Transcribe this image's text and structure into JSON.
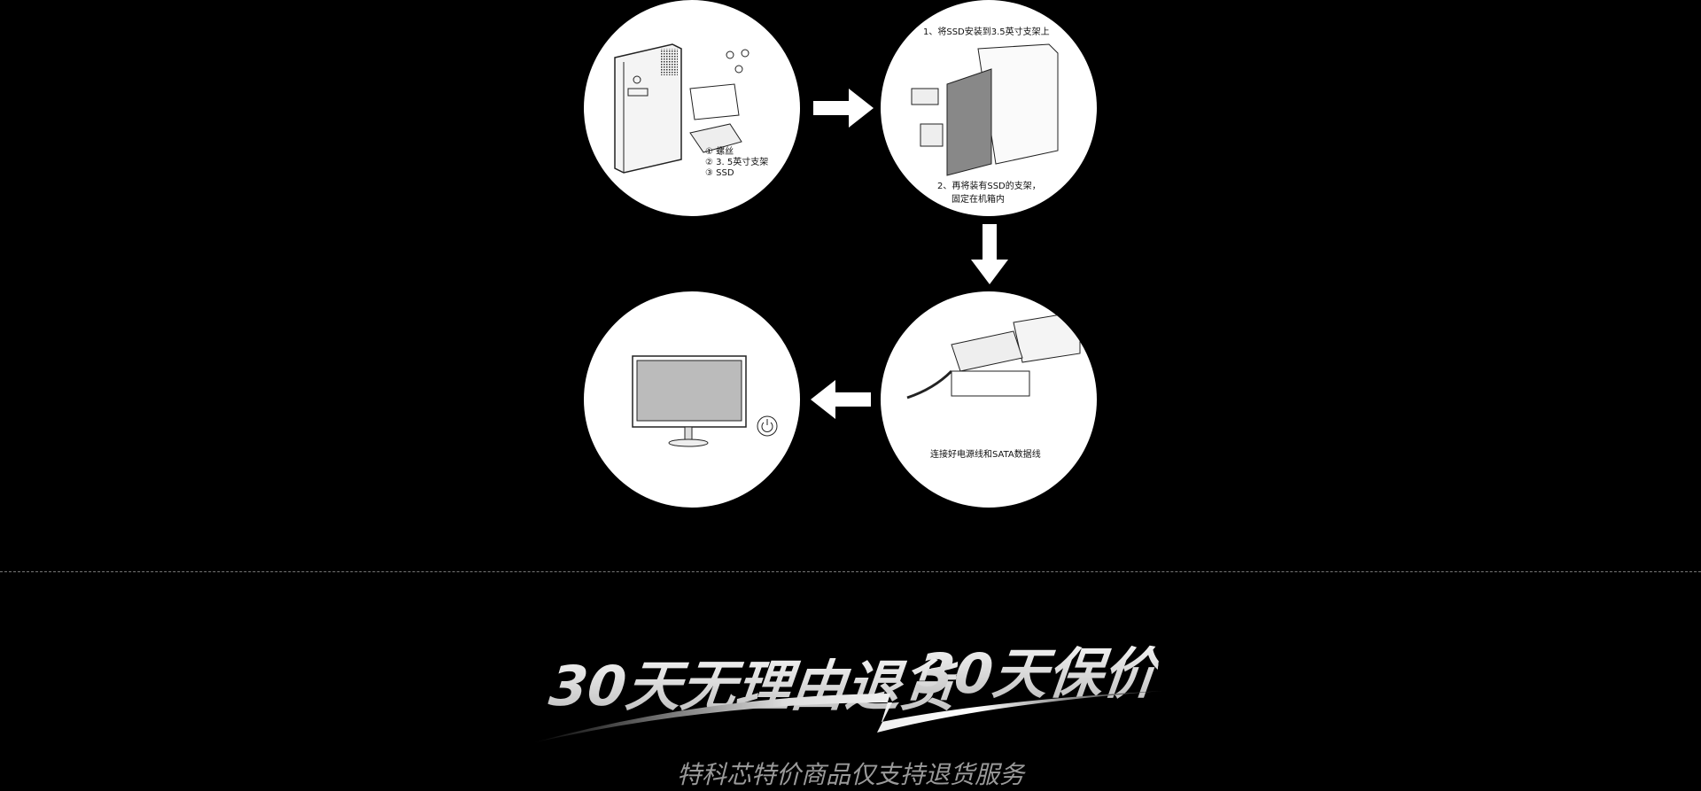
{
  "steps": {
    "step1": {
      "legend": [
        "① 螺丝",
        "② 3. 5英寸支架",
        "③ SSD"
      ]
    },
    "step2": {
      "label1": "1、将SSD安装到3.5英寸支架上",
      "label2a": "2、再将装有SSD的支架，",
      "label2b": "固定在机箱内"
    },
    "step3": {
      "label": "连接好电源线和SATA数据线"
    },
    "step4": {}
  },
  "promo": {
    "headline1": "30天无理由退货",
    "headline2": "30天保价",
    "subtitle": "特科芯特价商品仅支持退货服务"
  }
}
